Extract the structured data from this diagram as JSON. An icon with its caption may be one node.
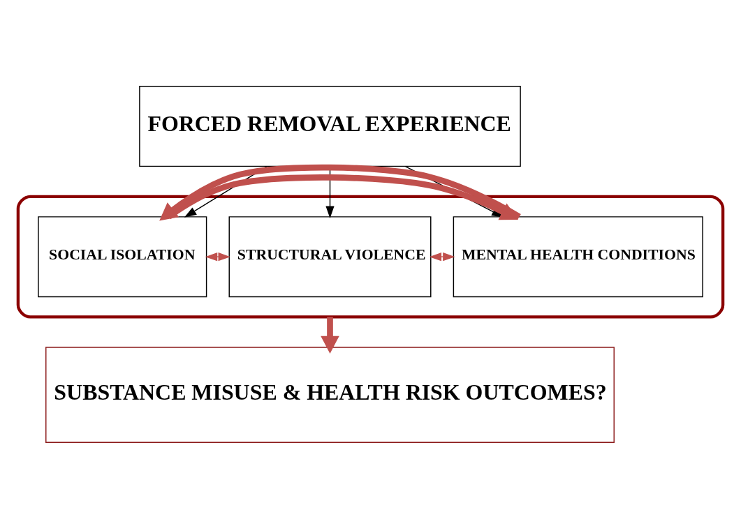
{
  "diagram": {
    "nodes": [
      {
        "text": [
          "FORCED REMOVAL EXPERIENCE"
        ]
      },
      {
        "text": [],
        "shape": "ellipse"
      },
      {
        "text": [
          "SOCIAL ISOLATION"
        ],
        "in": 1
      },
      {
        "text": [
          "STRUCTURAL VIOLENCE"
        ],
        "in": 1
      },
      {
        "text": [
          "MENTAL HEALTH CONDITIONS"
        ],
        "in": 1
      },
      {
        "text": [
          "SUBSTANCE MISUSE & HEALTH RISK OUTCOMES?"
        ]
      }
    ],
    "edges": [
      {
        "from": 0,
        "to": 2,
        "arrow": "to",
        "color": "#000000"
      },
      {
        "from": 0,
        "to": 3,
        "arrow": "to",
        "color": "#000000"
      },
      {
        "from": 0,
        "to": 4,
        "arrow": "to",
        "color": "#000000"
      },
      {
        "from": 2,
        "to": 3,
        "arrow": "both",
        "color": "#c0504d"
      },
      {
        "from": 3,
        "to": 4,
        "arrow": "both",
        "color": "#c0504d"
      },
      {
        "from": 2,
        "to": 4,
        "arrow": "to",
        "style": "thick",
        "color": "#c0504d"
      },
      {
        "from": 4,
        "to": 2,
        "arrow": "to",
        "style": "thick",
        "color": "#c0504d"
      },
      {
        "from": 1,
        "to": 5,
        "arrow": "to",
        "style": "thick",
        "color": "#c0504d"
      }
    ]
  }
}
